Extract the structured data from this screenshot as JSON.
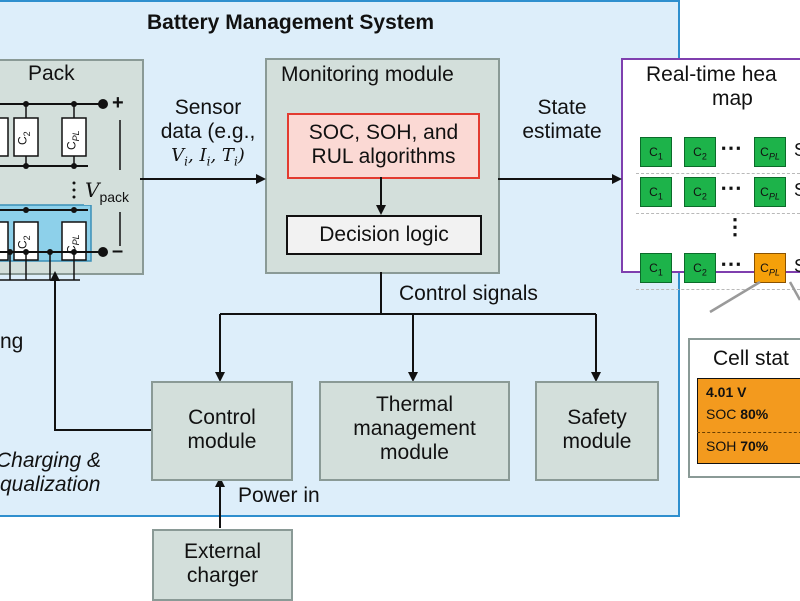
{
  "bms": {
    "title": "Battery Management System"
  },
  "pack": {
    "title": "Pack",
    "vpack_symbol": "V",
    "vpack_sub": "pack",
    "plus": "+",
    "minus": "–",
    "cells": [
      "C2",
      "CPL"
    ],
    "cut_label": "ng"
  },
  "sensor": {
    "line1": "Sensor",
    "line2": "data (e.g.,",
    "line3": "Vi, Ii, Ti)"
  },
  "monitoring": {
    "title": "Monitoring module",
    "algo_line1": "SOC, SOH, and",
    "algo_line2": "RUL algorithms",
    "decision": "Decision logic"
  },
  "state_estimate": {
    "line1": "State",
    "line2": "estimate"
  },
  "heatmap": {
    "title_line1": "Real-time hea",
    "title_line2": "map",
    "dots": "⋯",
    "vdots": "⋮",
    "row_suffix": "S",
    "cell_labels": [
      "C1",
      "C2",
      "CPL"
    ],
    "colors": {
      "healthy": "#1db34a",
      "warning": "#f5a00a"
    }
  },
  "control_signals": "Control signals",
  "control_module": {
    "line1": "Control",
    "line2": "module"
  },
  "thermal_module": {
    "line1": "Thermal",
    "line2": "management",
    "line3": "module"
  },
  "safety_module": {
    "line1": "Safety",
    "line2": "module"
  },
  "charging": {
    "line1": "Charging &",
    "line2": "qualization"
  },
  "power_in": "Power in",
  "charger": {
    "line1": "External",
    "line2": "charger"
  },
  "cell_status": {
    "title": "Cell stat",
    "voltage": "4.01 V",
    "soc_label": "SOC",
    "soc_value": "80%",
    "soh_label": "SOH",
    "soh_value": "70%"
  },
  "colors": {
    "bms_bg": "#ddeefa",
    "bms_border": "#2f8fce",
    "module_fill": "#d3dfdb",
    "algo_fill": "#fbd9d4",
    "algo_border": "#e33b30",
    "heatmap_border": "#7f3fae",
    "status_fill": "#f39a1e"
  }
}
